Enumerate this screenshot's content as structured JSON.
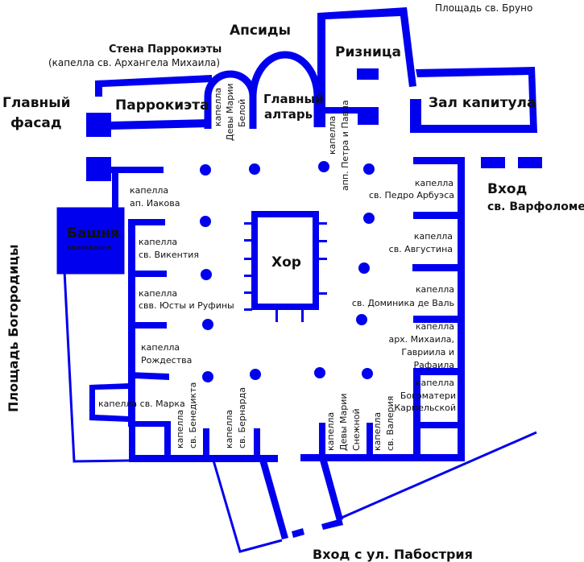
{
  "labels": {
    "apses": "Апсиды",
    "parroquieta_wall": "Стена Паррокиэты",
    "parroquieta_wall_sub": "(капелла св. Архангела Михаила)",
    "main_facade_1": "Главный",
    "main_facade_2": "фасад",
    "parroquieta": "Паррокиэта",
    "virgin_white": [
      "капелла",
      "Девы Марии",
      "Белой"
    ],
    "main_altar_1": "Главный",
    "main_altar_2": "алтарь",
    "sacristy": "Ризница",
    "chapter_hall": "Зал капитула",
    "san_bruno_square": "Площадь св. Бруно",
    "peter_paul": [
      "капелла",
      "апп. Петра и Павла"
    ],
    "bartholomew_entry_1": "Вход",
    "bartholomew_entry_2": "св. Варфоломея",
    "pedro_arbues": [
      "капелла",
      "св. Педро Арбуэса"
    ],
    "augustine": [
      "капелла",
      "св. Августина"
    ],
    "dominic": [
      "капелла",
      "св. Доминика де Валь"
    ],
    "archangels": [
      "капелла",
      "арх. Михаила,",
      "Гавриила и",
      "Рафаила"
    ],
    "carmel": [
      "капелла",
      "Богоматери",
      "Кармельской"
    ],
    "valerius": [
      "капелла",
      "св. Валерия"
    ],
    "virgin_snow": [
      "капелла",
      "Девы Марии",
      "Снежной"
    ],
    "bernard": [
      "капелла",
      "св. Бернарда"
    ],
    "benedict": [
      "капелла",
      "св. Бенедикта"
    ],
    "mark": "капелла св. Марка",
    "nativity": [
      "капелла",
      "Рождества"
    ],
    "justa_rufina": [
      "капелла",
      "свв. Юсты и Руфины"
    ],
    "vincent": [
      "капелла",
      "св. Викентия"
    ],
    "james": [
      "капелла",
      "ап. Иакова"
    ],
    "tower": "Башня",
    "tower_sub": "колокольня",
    "choir": "Хор",
    "virgin_square": "Площадь Богородицы",
    "pabostria_entry": "Вход с ул. Пабострия"
  },
  "colors": {
    "walls": "#0000ee",
    "text": "#111111"
  }
}
